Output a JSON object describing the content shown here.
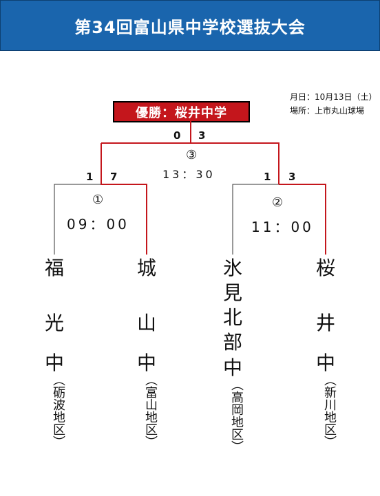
{
  "header": {
    "title": "第34回富山県中学校選抜大会"
  },
  "champion": {
    "label": "優勝：桜井中学"
  },
  "info": {
    "date": "月日：10月13日（土）",
    "venue": "場所：上市丸山球場"
  },
  "colors": {
    "header_bg": "#1a65ad",
    "champion_bg": "#c4161c",
    "winner_line": "#c4161c",
    "line": "#000000"
  },
  "final": {
    "number": "③",
    "time": "13：30",
    "score_left": "0",
    "score_right": "3"
  },
  "semis": [
    {
      "number": "①",
      "time": "09：00",
      "score_left": "1",
      "score_right": "7"
    },
    {
      "number": "②",
      "time": "11：00",
      "score_left": "1",
      "score_right": "3"
    }
  ],
  "teams": [
    {
      "name": "福光",
      "suffix": "中",
      "region": "（砺波地区）"
    },
    {
      "name": "城山",
      "suffix": "中",
      "region": "（富山地区）"
    },
    {
      "name": "氷見北部",
      "suffix": "中",
      "region": "（高岡地区）"
    },
    {
      "name": "桜井",
      "suffix": "中",
      "region": "（新川地区）"
    }
  ]
}
